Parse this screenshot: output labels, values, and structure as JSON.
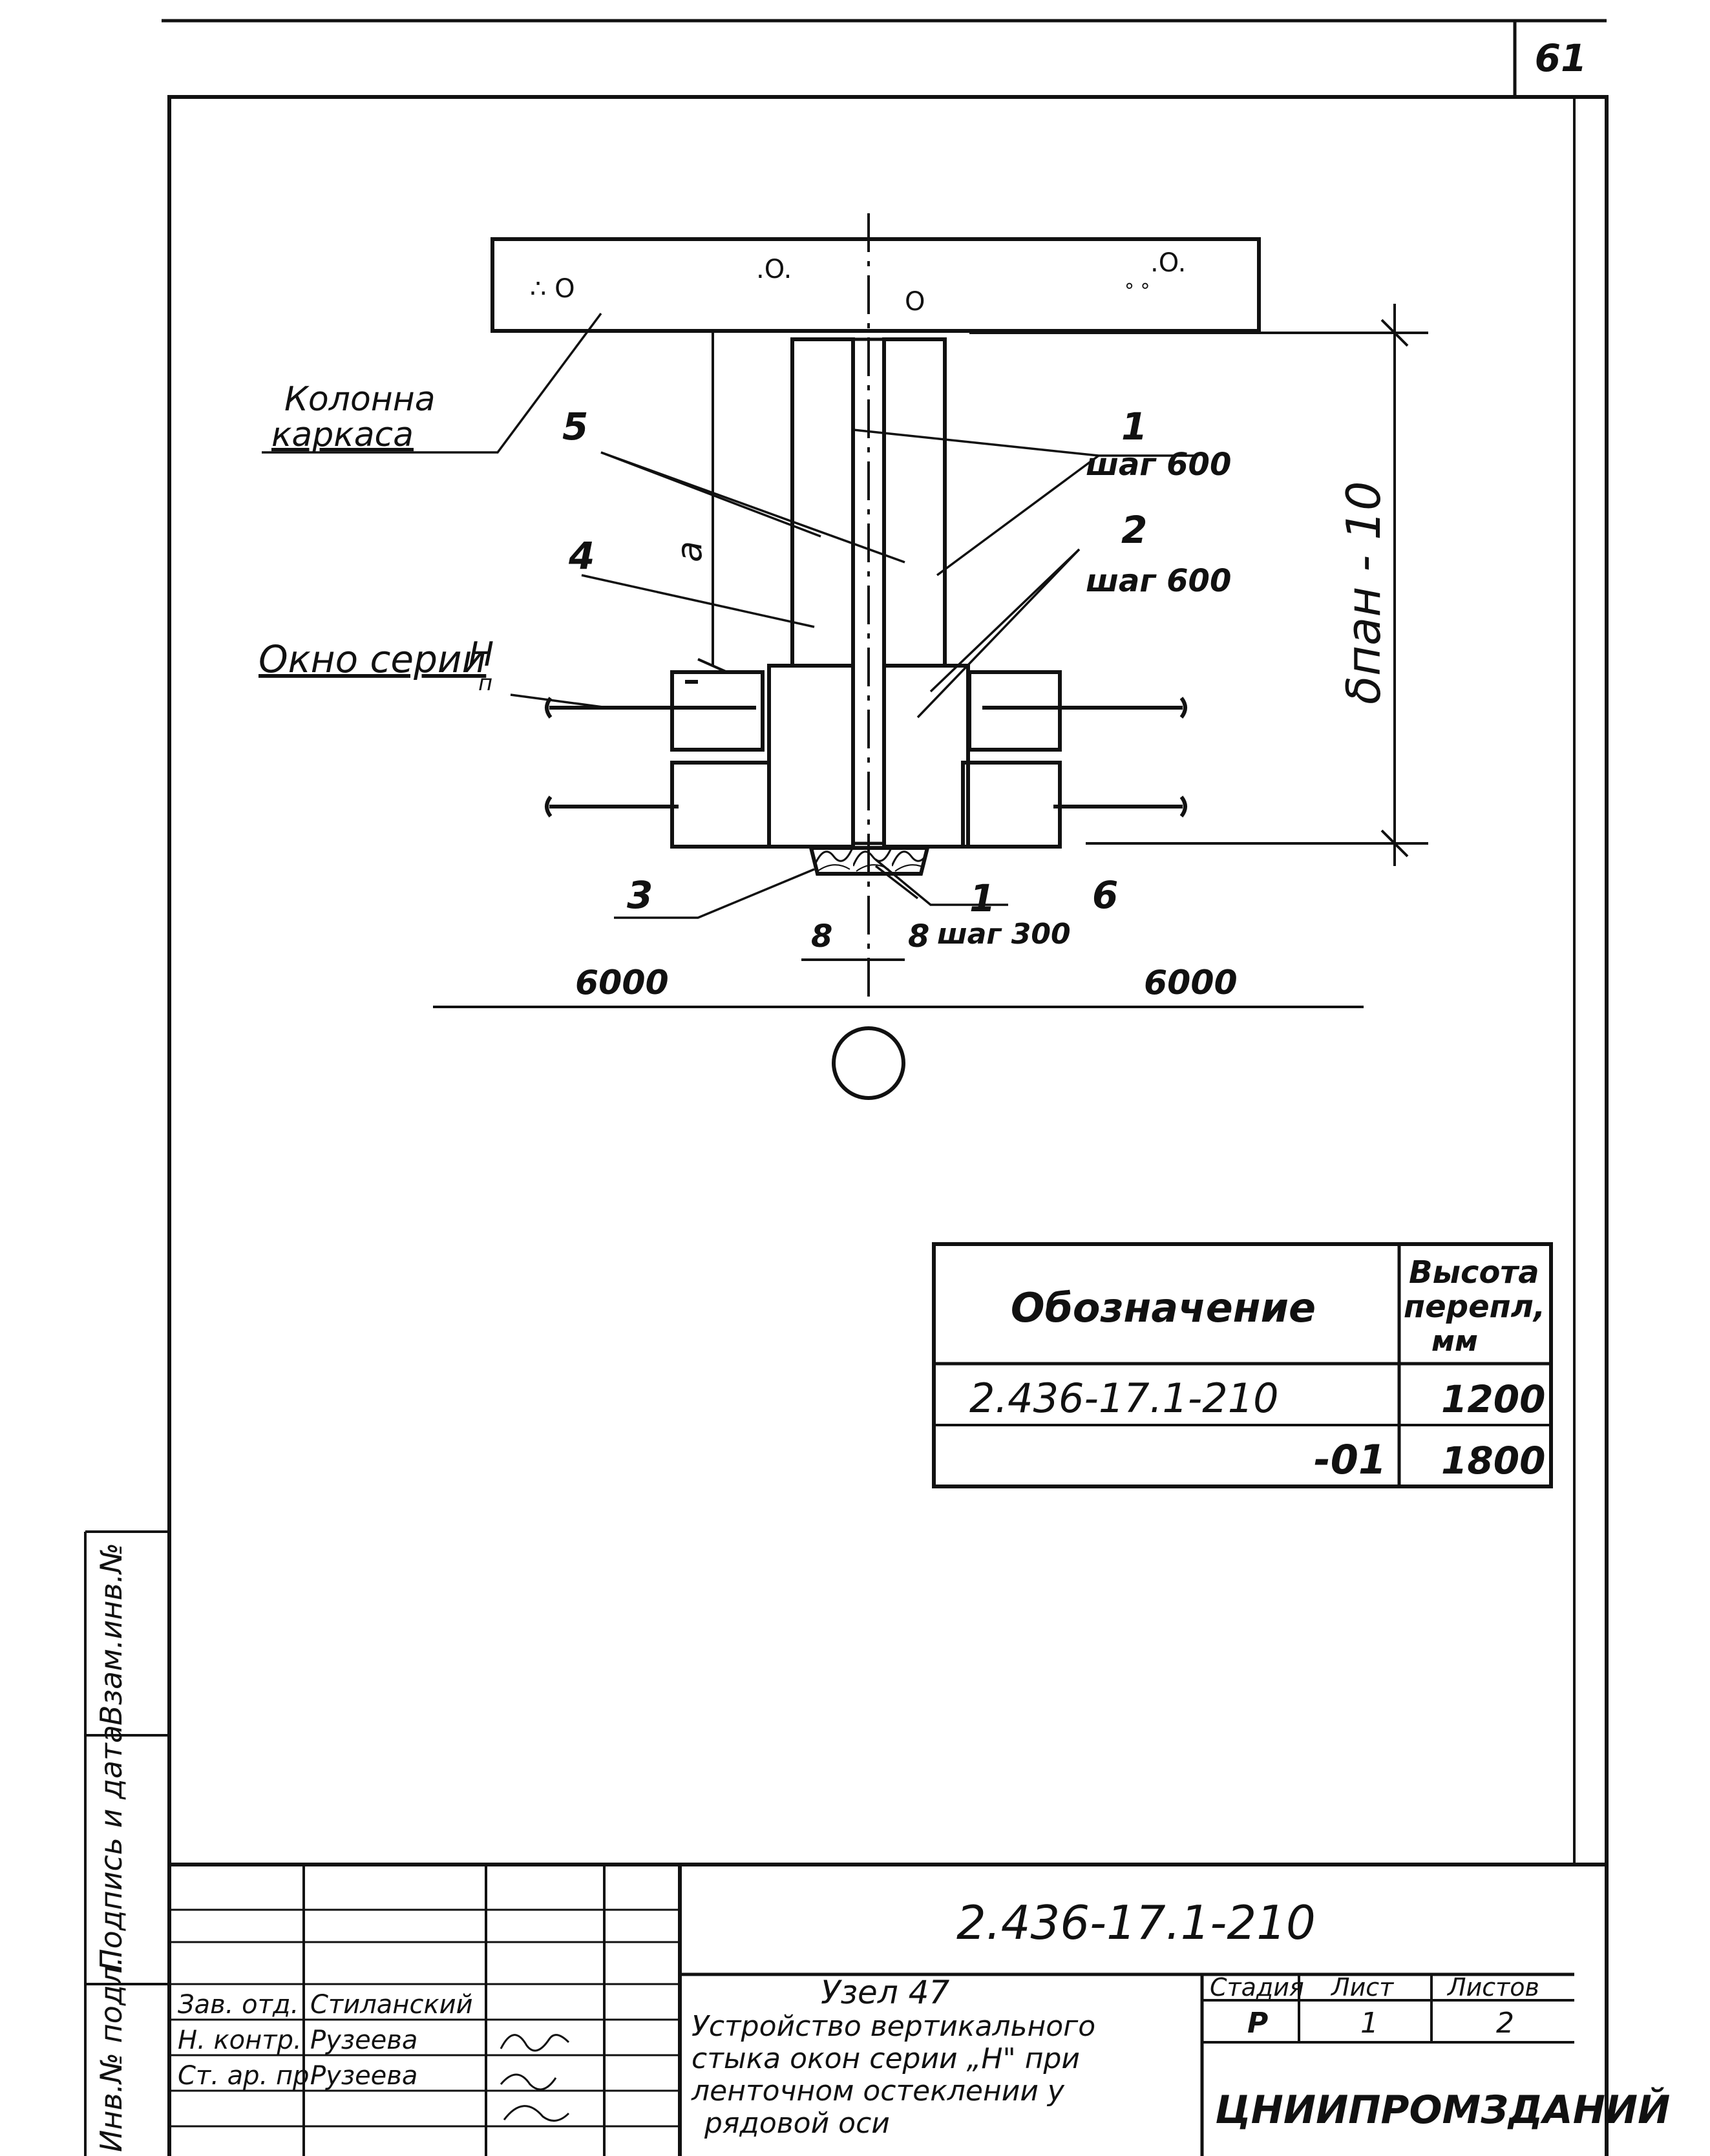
{
  "sheet": {
    "page_number": "61"
  },
  "drawing": {
    "labels": {
      "column_line1": "Колонна",
      "column_line2": "каркаса",
      "window": "Окно серии",
      "window_mark": "Н",
      "window_sub": "п",
      "height_dim": "δпан - 10",
      "dim_a": "а",
      "spacing_left": "6000",
      "spacing_right": "6000",
      "gap_left": "8",
      "gap_right": "8"
    },
    "callouts": {
      "c1": "1",
      "c1_step": "шаг 600",
      "c2": "2",
      "c2_step": "шаг 600",
      "c1b": "1",
      "c1b_step": "шаг 300",
      "c3": "3",
      "c4": "4",
      "c5": "5",
      "c6": "6"
    }
  },
  "variants_table": {
    "header_designation": "Обозначение",
    "header_height_line1": "Высота",
    "header_height_line2": "перепл,",
    "header_height_line3": "мм",
    "rows": [
      {
        "designation": "2.436-17.1-210",
        "height": "1200"
      },
      {
        "designation": "-01",
        "height": "1800"
      }
    ]
  },
  "side_stamp": {
    "inv_orig": "Инв.№ подл.",
    "sign_date": "Подпись и дата",
    "inv_repl": "Взам.инв.№"
  },
  "title_block": {
    "doc_code": "2.436-17.1-210",
    "node_title": "Узел 47",
    "description_lines": [
      "Устройство вертикального",
      "стыка окон серии „Н\" при",
      "ленточном остеклении у",
      "рядовой оси"
    ],
    "stage_label": "Стадия",
    "sheet_label": "Лист",
    "sheets_label": "Листов",
    "stage_value": "Р",
    "sheet_value": "1",
    "sheets_value": "2",
    "organization": "ЦНИИПРОМЗДАНИЙ",
    "people": [
      {
        "role": "Зав. отд.",
        "name": "Стиланский"
      },
      {
        "role": "Н. контр.",
        "name": "Рузеева"
      },
      {
        "role": "Ст. ар. пр.",
        "name": "Рузеева"
      }
    ]
  }
}
